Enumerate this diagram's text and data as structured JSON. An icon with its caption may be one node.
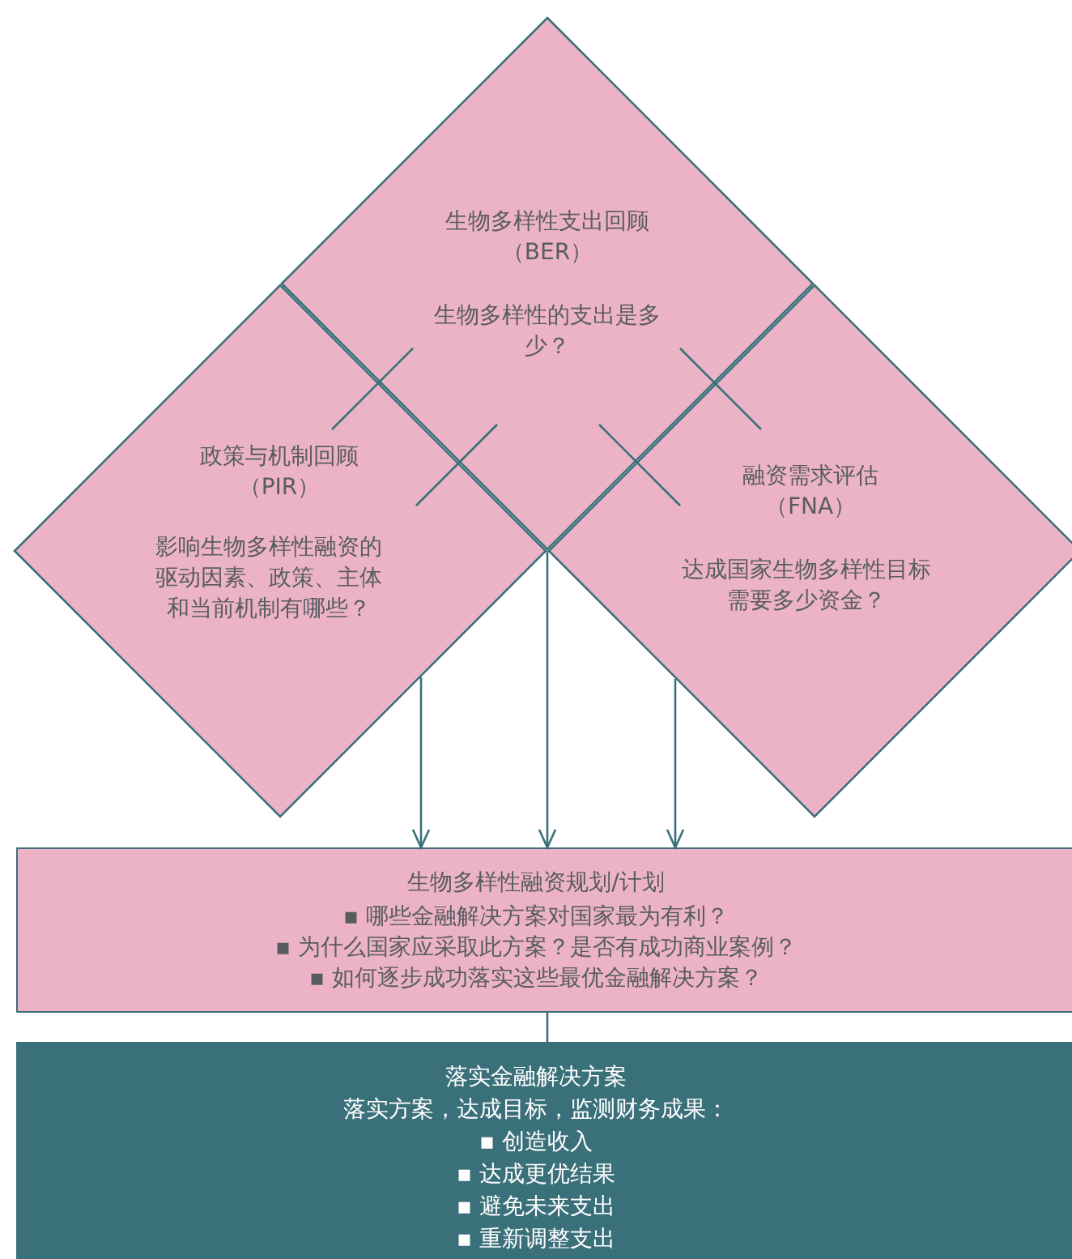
{
  "diagram": {
    "nodes": [
      {
        "text": [
          "生物多样性支出回顾（BER）",
          "生物多样性的支出是多少？"
        ]
      },
      {
        "text": [
          "政策与机制回顾（PIR）",
          "影响生物多样性融资的驱动因素、政策、主体和当前机制有哪些？"
        ]
      },
      {
        "text": [
          "融资需求评估（FNA）",
          "达成国家生物多样性目标需要多少资金？"
        ]
      },
      {
        "text": [
          "生物多样性融资规划/计划",
          "▪ 哪些金融解决方案对国家最为有利？",
          "▪ 为什么国家应采取此方案？是否有成功商业案例？",
          "▪ 如何逐步成功落实这些最优金融解决方案？"
        ]
      },
      {
        "text": [
          "落实金融解决方案",
          "落实方案，达成目标，监测财务成果：",
          "▪ 创造收入",
          "▪ 达成更优结果",
          "▪ 避免未来支出",
          "▪ 重新调整支出"
        ]
      }
    ],
    "edges": [
      {
        "from": 1,
        "to": 3,
        "arrow": "to"
      },
      {
        "from": 0,
        "to": 3,
        "arrow": "to"
      },
      {
        "from": 2,
        "to": 3,
        "arrow": "to"
      },
      {
        "from": 3,
        "to": 4,
        "arrow": "none"
      }
    ]
  }
}
